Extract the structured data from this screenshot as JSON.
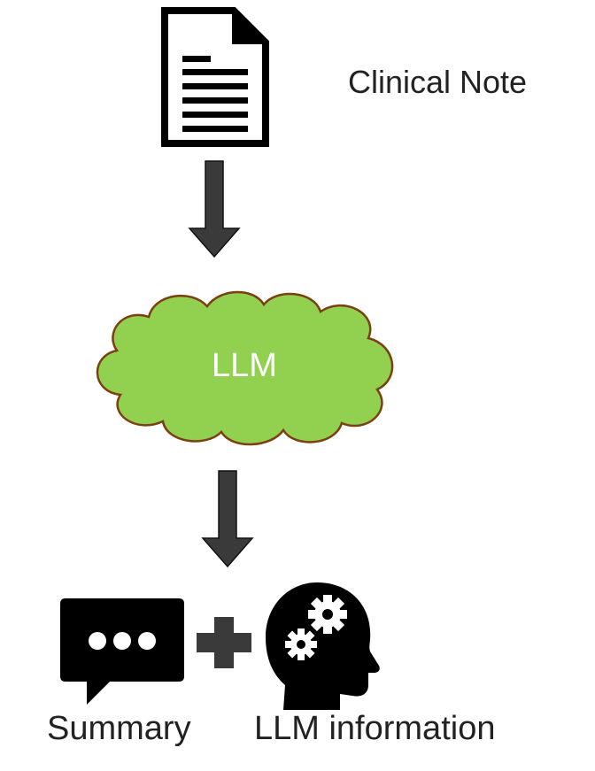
{
  "diagram": {
    "nodes": {
      "clinical_note": {
        "label": "Clinical Note",
        "icon": "document-icon"
      },
      "llm": {
        "label": "LLM",
        "icon": "cloud-shape",
        "fill": "#92d050",
        "stroke": "#7b3f10"
      },
      "summary": {
        "label": "Summary",
        "icon": "chat-bubble-icon"
      },
      "llm_information": {
        "label": "LLM information",
        "icon": "head-gears-icon"
      }
    },
    "connectors": [
      {
        "from": "clinical_note",
        "to": "llm",
        "type": "arrow-down"
      },
      {
        "from": "llm",
        "to": "summary+llm_information",
        "type": "arrow-down"
      }
    ],
    "combine_symbol": "plus-icon",
    "colors": {
      "arrow": "#3a3a3a",
      "icons": "#000000"
    }
  }
}
